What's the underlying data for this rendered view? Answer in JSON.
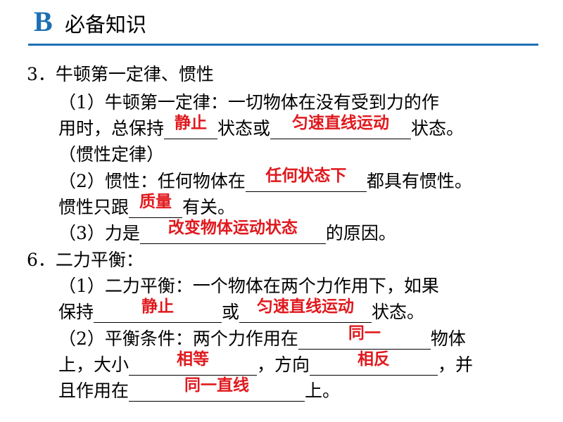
{
  "header": {
    "logo": "B",
    "title": "必备知识",
    "accent_color": "#1e6fb3"
  },
  "answer_color": "#e0191e",
  "section3": {
    "heading": "3．牛顿第一定律、惯性",
    "law_prefix": "（1）牛顿第一定律：一切物体在没有受到力的作",
    "law_line2_pre": "用时，总保持",
    "blank1": "静止",
    "law_line2_mid": "状态或",
    "blank2": "匀速直线运动",
    "law_line2_post": "状态。",
    "law_note": "（惯性定律）",
    "inertia_pre": "（2）惯性：任何物体在",
    "blank3": "任何状态下",
    "inertia_post": "都具有惯性。",
    "inertia2_pre": "惯性只跟",
    "blank4": "质量",
    "inertia2_post": "有关。",
    "force_pre": "（3）力是",
    "blank5": "改变物体运动状态",
    "force_post": "的原因。"
  },
  "section6": {
    "heading": "6．二力平衡：",
    "def_line1": "（1）二力平衡：一个物体在两个力作用下，如果",
    "def_line2_pre": "保持",
    "blank1": "静止",
    "def_line2_mid": "或",
    "blank2": "匀速直线运动",
    "def_line2_post": "状态。",
    "cond_pre": "（2）平衡条件：两个力作用在",
    "blank3": "同一",
    "cond_post": "物体",
    "cond2_pre": "上，大小",
    "blank4": "相等",
    "cond2_mid": "，方向",
    "blank5": "相反",
    "cond2_post": "，并",
    "cond3_pre": "且作用在",
    "blank6": "同一直线",
    "cond3_post": "上。"
  }
}
